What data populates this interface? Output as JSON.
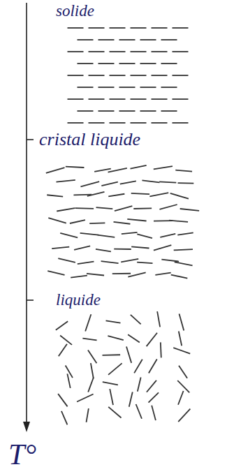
{
  "diagram": {
    "labels": [
      "solide",
      "cristal liquide",
      "liquide",
      "T°"
    ]
  }
}
